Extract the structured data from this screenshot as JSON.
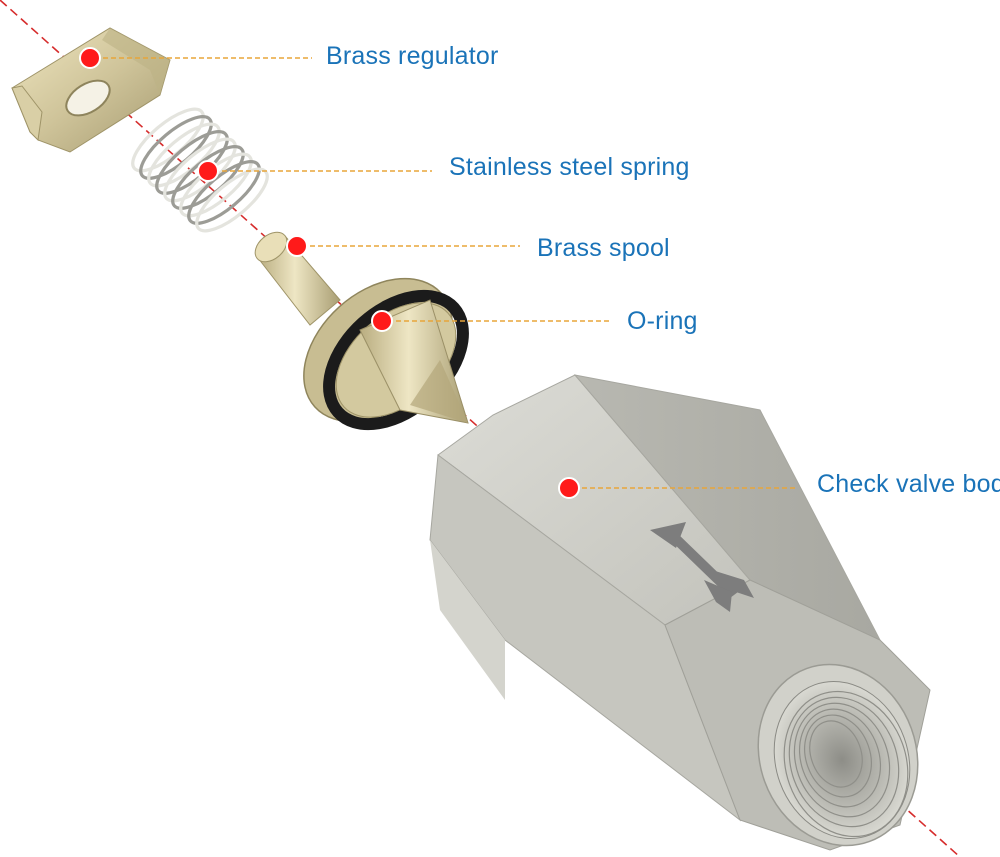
{
  "colors": {
    "label_text": "#1a73b8",
    "leader_line": "#e8a53a",
    "marker_dot": "#ff1a1a",
    "axis_line": "#d62c2c",
    "brass": "#cfc59b",
    "steel": "#c9c9c4",
    "oring": "#1b1b1b",
    "flow_arrow": "#7d7d7d"
  },
  "callouts": {
    "brass_regulator": "Brass regulator",
    "spring": "Stainless steel spring",
    "spool": "Brass spool",
    "oring": "O-ring",
    "body": "Check valve body"
  },
  "icons": {
    "flow_direction": "flow-arrow-icon"
  }
}
